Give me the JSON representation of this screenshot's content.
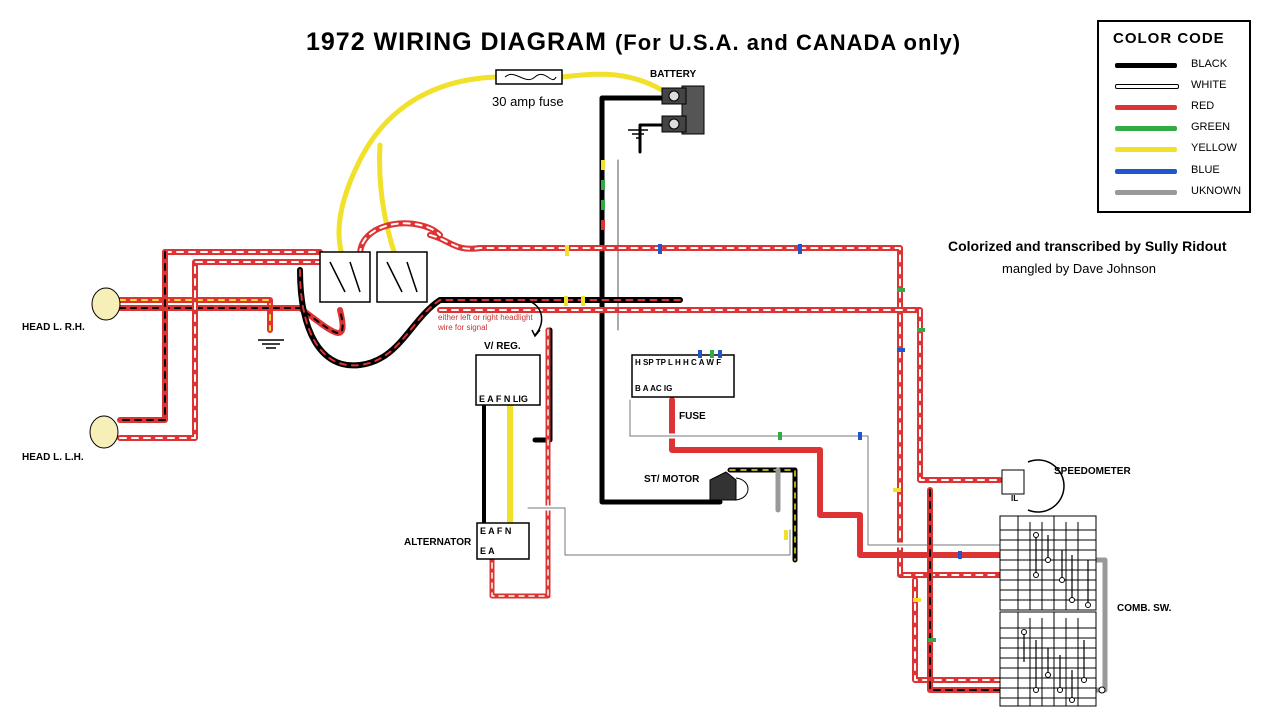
{
  "title": {
    "main": "1972 WIRING  DIAGRAM",
    "sub": "(For U.S.A. and CANADA only)"
  },
  "credits": {
    "line1": "Colorized and transcribed by Sully Ridout",
    "line2": "mangled by Dave Johnson"
  },
  "legend": {
    "title": "COLOR  CODE",
    "items": [
      {
        "name": "BLACK",
        "color": "#000000"
      },
      {
        "name": "WHITE",
        "color": "#ffffff"
      },
      {
        "name": "RED",
        "color": "#dd3333"
      },
      {
        "name": "GREEN",
        "color": "#33aa44"
      },
      {
        "name": "YELLOW",
        "color": "#f2e12a"
      },
      {
        "name": "BLUE",
        "color": "#2255cc"
      },
      {
        "name": "UKNOWN",
        "color": "#999999"
      }
    ]
  },
  "components": {
    "battery": "BATTERY",
    "fuse_main": "30 amp fuse",
    "head_rh": "HEAD L. R.H.",
    "head_lh": "HEAD L. L.H.",
    "vreg": "V/ REG.",
    "vreg_terminals": "E A F N  LIG",
    "alternator": "ALTERNATOR",
    "alt_terminals_top": "E A F N",
    "alt_terminals_bottom": "E A",
    "fuse_box": "FUSE",
    "fuse_box_top": "H SP TP L  H H  C  A W F",
    "fuse_box_bottom": "B  A     AC IG",
    "st_motor": "ST/ MOTOR",
    "speedometer": "SPEEDOMETER",
    "speedo_il": "IL",
    "comb_sw": "COMB. SW.",
    "signal_note": "either left or right headlight wire for signal"
  }
}
